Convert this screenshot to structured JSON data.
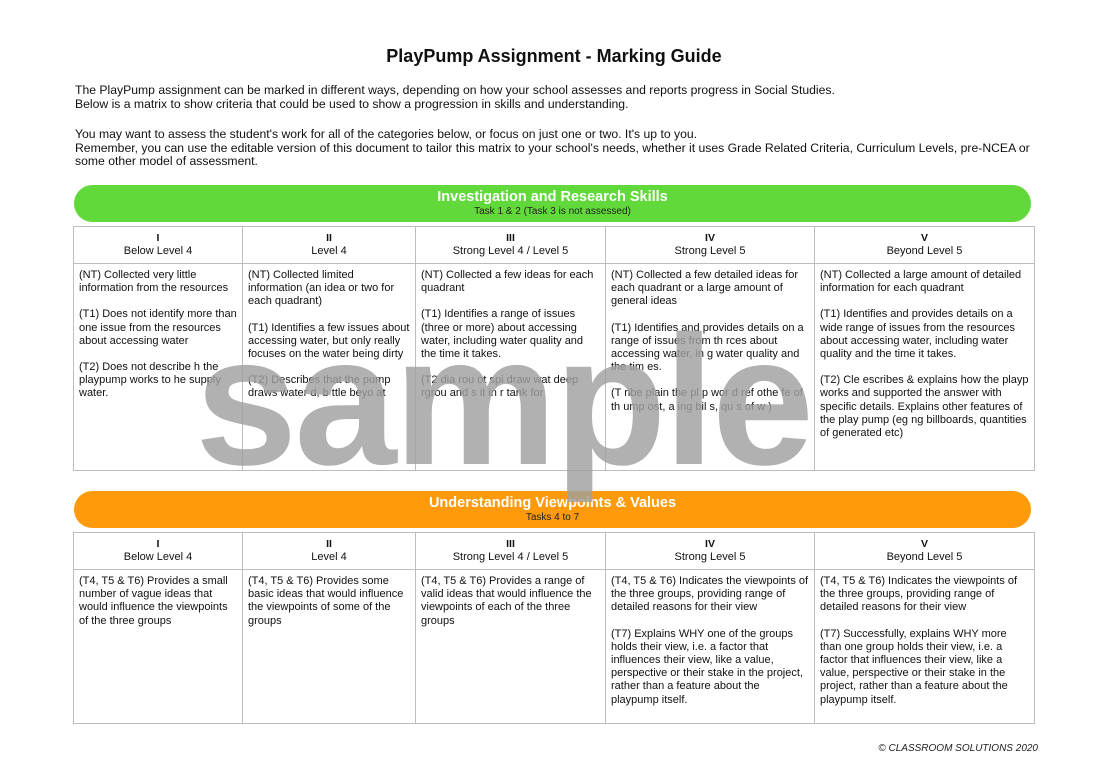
{
  "title": "PlayPump Assignment - Marking Guide",
  "intro": [
    "The PlayPump assignment can be marked in different ways, depending on how your school assesses and reports progress in Social Studies.",
    "Below is a matrix to show criteria that could be used to show a progression in skills and understanding.",
    "You may want to assess the student's work for all of the categories below, or focus on just one or two. It's up to you.",
    "Remember, you can use the editable version of this document to tailor this matrix to your school's needs, whether it uses Grade Related Criteria, Curriculum Levels, pre-NCEA or some other model of assessment."
  ],
  "colors": {
    "section1": "#62d93a",
    "section2": "#ff9a0a"
  },
  "levels": [
    {
      "num": "I",
      "label": "Below Level 4"
    },
    {
      "num": "II",
      "label": "Level 4"
    },
    {
      "num": "III",
      "label": "Strong Level 4 / Level 5"
    },
    {
      "num": "IV",
      "label": "Strong Level 5"
    },
    {
      "num": "V",
      "label": "Beyond Level 5"
    }
  ],
  "section1": {
    "title": "Investigation and Research Skills",
    "subtitle": "Task 1 & 2 (Task 3 is not assessed)",
    "cells": [
      [
        "(NT) Collected very little information from the resources",
        "(T1) Does not identify more than one issue from the resources about accessing water",
        "(T2) Does not describe h the playpump works to he supply water."
      ],
      [
        "(NT) Collected limited information (an idea or two for each quadrant)",
        "(T1) Identifies a few issues about accessing water, but only really focuses on the water being dirty",
        "(T2) Describes that the pump draws water d, b ttle beyo at"
      ],
      [
        "(NT) Collected a few ideas for each quadrant",
        "(T1) Identifies a range of issues (three or more) about accessing water, including water quality and the time it takes.",
        "(T2 dia rou ot spi draw wat deep rgrou and s it in r tank for"
      ],
      [
        "(NT) Collected a few detailed ideas for each quadrant or a large amount of general ideas",
        "(T1) Identifies and provides details on a range of issues from th rces about accessing water, in g water quality and the tim es.",
        "(T ribe plain the pl p wor d ref othe fe of th ump ost, a ing bil s, qu s of w )"
      ],
      [
        "(NT) Collected a large amount of detailed information for each quadrant",
        "(T1) Identifies and provides details on a wide range of issues from the resources about accessing water, including water quality and the time it takes.",
        "(T2) Cle escribes & explains how the playp works and supported the answer with specific details. Explains other features of the play pump (eg ng billboards, quantities of generated etc)"
      ]
    ]
  },
  "section2": {
    "title": "Understanding Viewpoints & Values",
    "subtitle": "Tasks 4 to 7",
    "cells": [
      [
        "(T4, T5 & T6) Provides a small number of vague ideas that would influence the viewpoints of the three groups"
      ],
      [
        "(T4, T5 & T6) Provides some basic ideas that would influence the viewpoints of some of the groups"
      ],
      [
        "(T4, T5 & T6) Provides a range of valid ideas that would influence the viewpoints of each of the three groups"
      ],
      [
        "(T4, T5 & T6) Indicates the viewpoints of the three groups, providing range of detailed reasons for their view",
        "(T7) Explains WHY one of the groups holds their view, i.e. a factor that influences their view, like a value, perspective or their stake in the project, rather than a feature about the playpump itself."
      ],
      [
        "(T4, T5 & T6) Indicates the viewpoints of the three groups, providing range of detailed reasons for their view",
        "(T7) Successfully, explains WHY more than one group holds their view, i.e. a factor that influences their view, like a value, perspective or their stake in the project, rather than a feature about the playpump itself."
      ]
    ]
  },
  "watermark": "sample",
  "copyright": "© CLASSROOM SOLUTIONS 2020"
}
